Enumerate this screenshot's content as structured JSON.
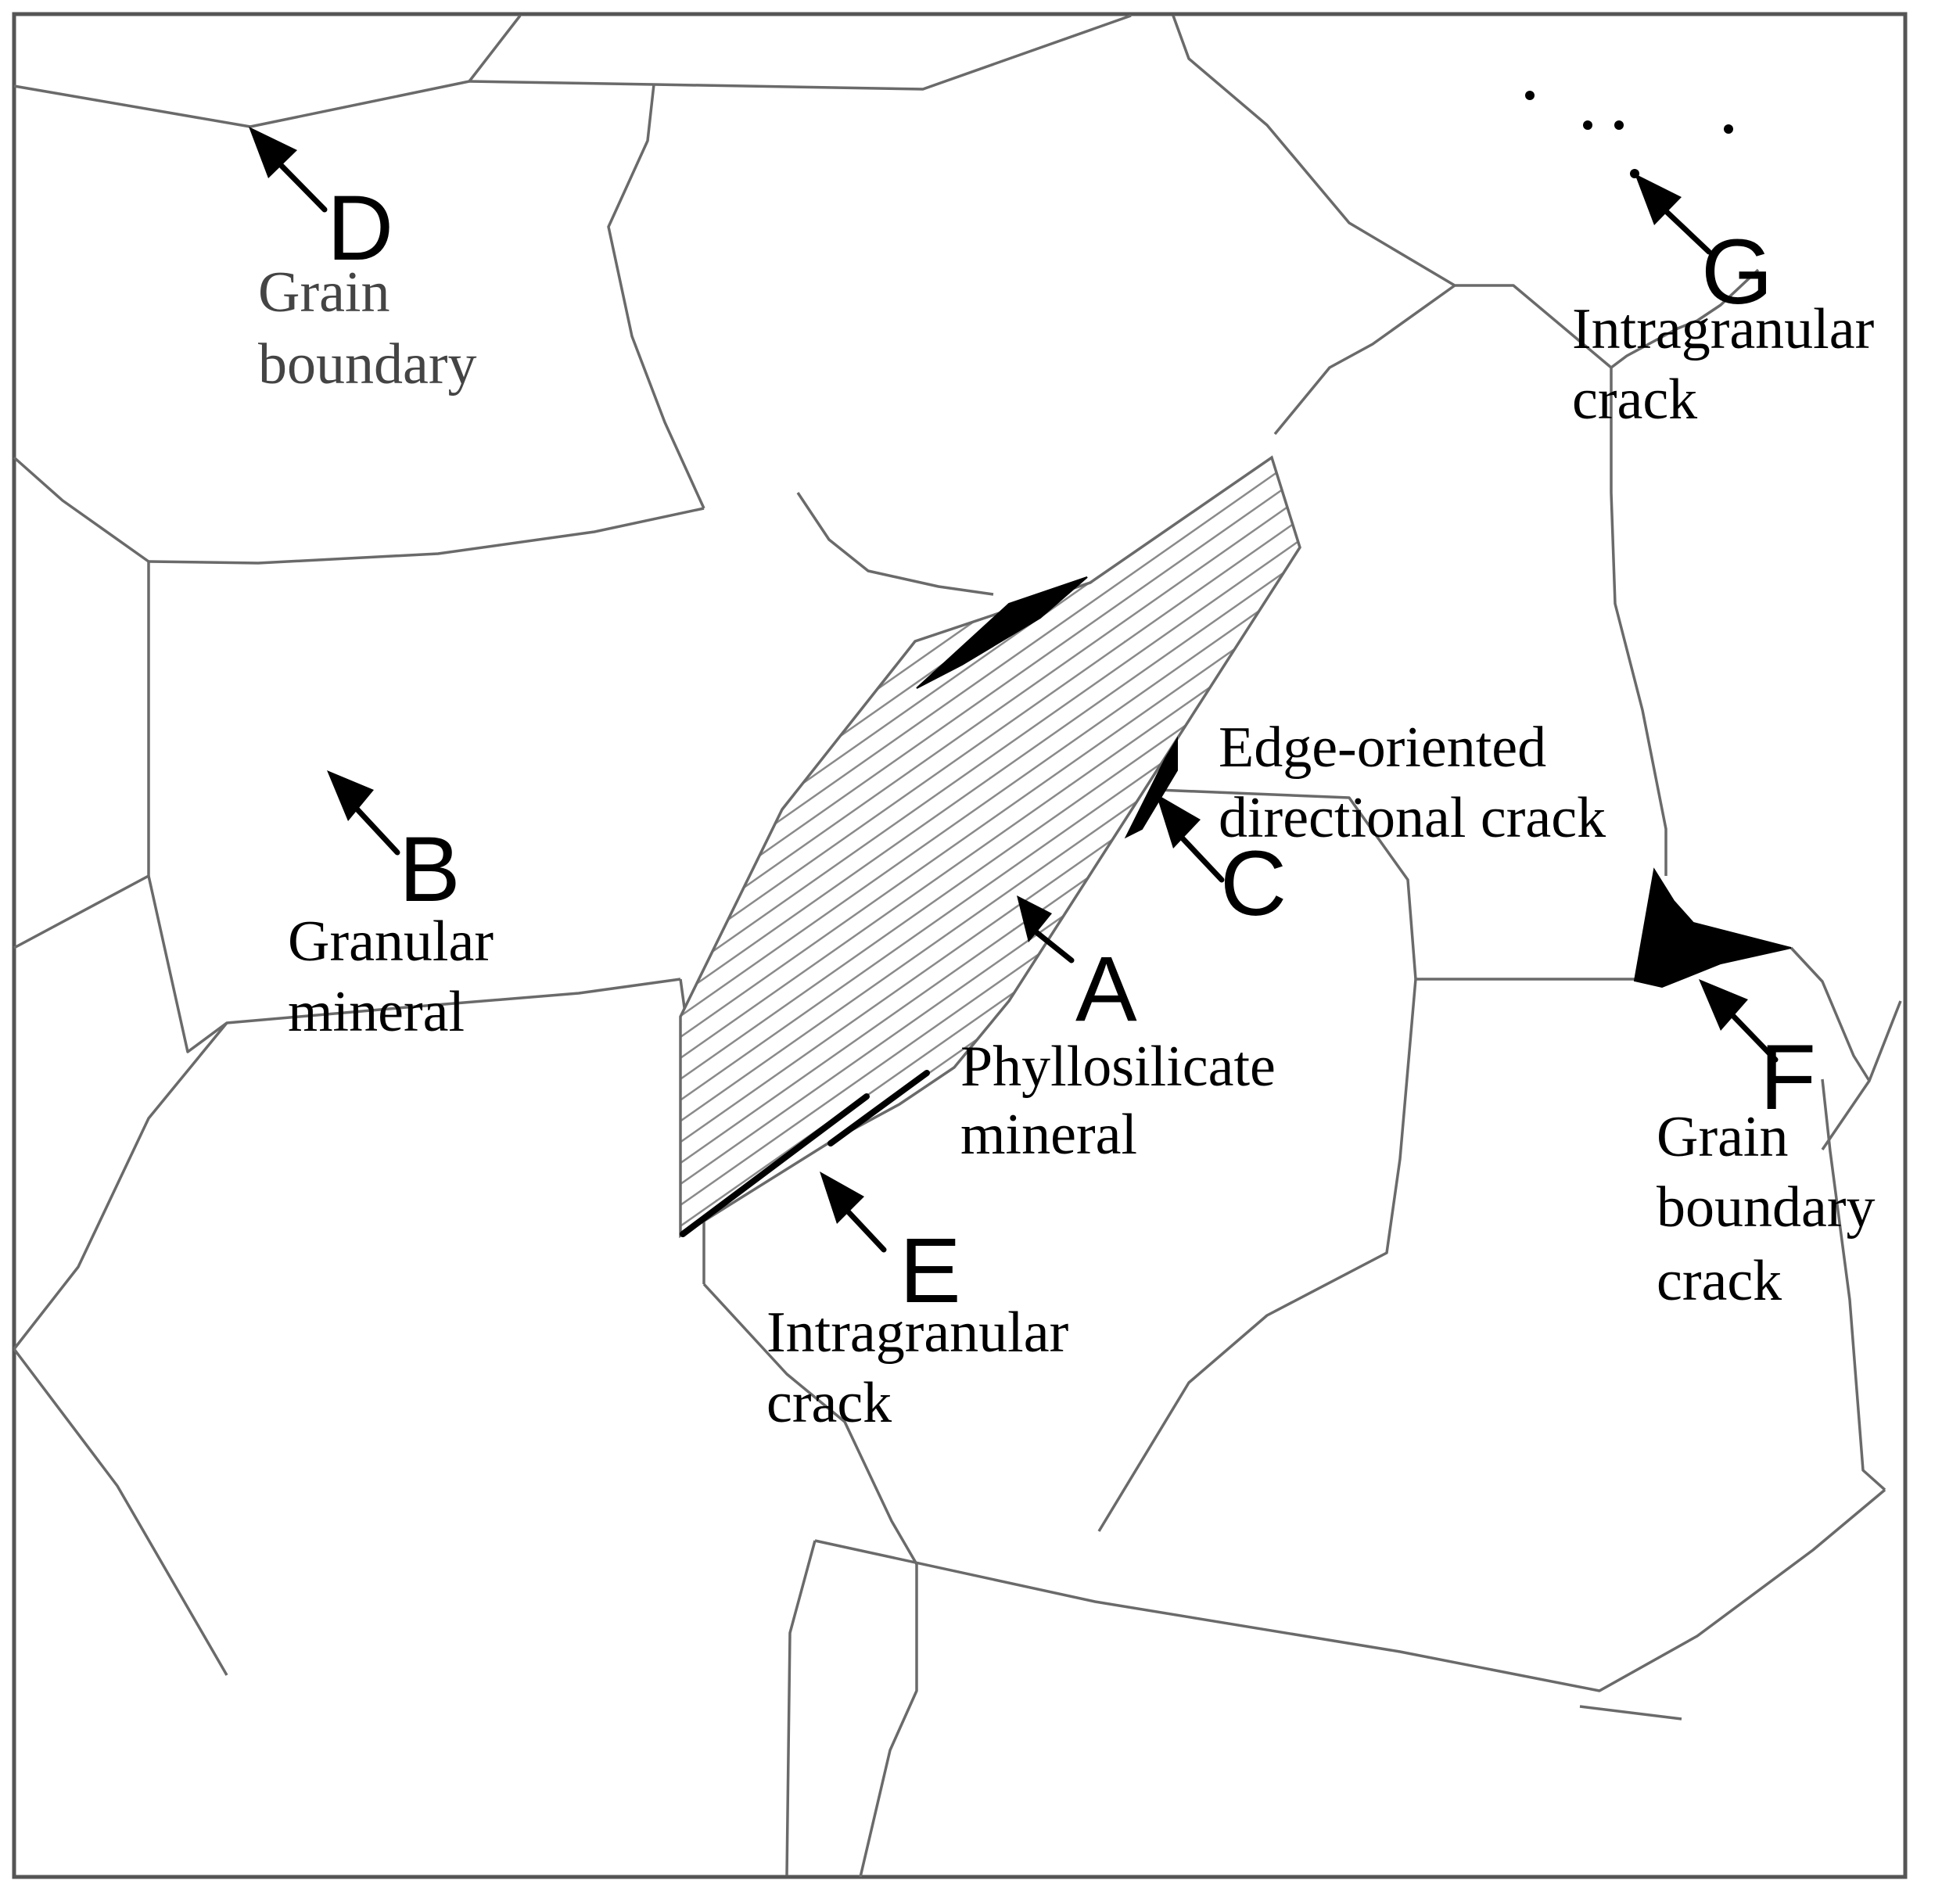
{
  "diagram": {
    "labels": {
      "A": {
        "letter": "A",
        "lines": [
          "Phyllosilicate",
          "mineral"
        ]
      },
      "B": {
        "letter": "B",
        "lines": [
          "Granular",
          "mineral"
        ]
      },
      "C": {
        "letter": "C",
        "lines": [
          "Edge-oriented",
          "directional crack"
        ]
      },
      "D": {
        "letter": "D",
        "lines": [
          "Grain",
          "boundary"
        ]
      },
      "E": {
        "letter": "E",
        "lines": [
          "Intragranular",
          "crack"
        ]
      },
      "F": {
        "letter": "F",
        "lines": [
          "Grain",
          "boundary",
          "crack"
        ]
      },
      "G": {
        "letter": "G",
        "lines": [
          "Intragranular",
          "crack"
        ]
      }
    }
  }
}
